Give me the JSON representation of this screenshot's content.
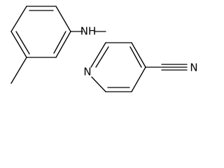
{
  "molecule": {
    "atom_labels": {
      "amine": "NH",
      "pyridine_nitrogen": "N",
      "nitrile_nitrogen": "N"
    },
    "ink_color": "#000000",
    "background_color": "#ffffff"
  }
}
